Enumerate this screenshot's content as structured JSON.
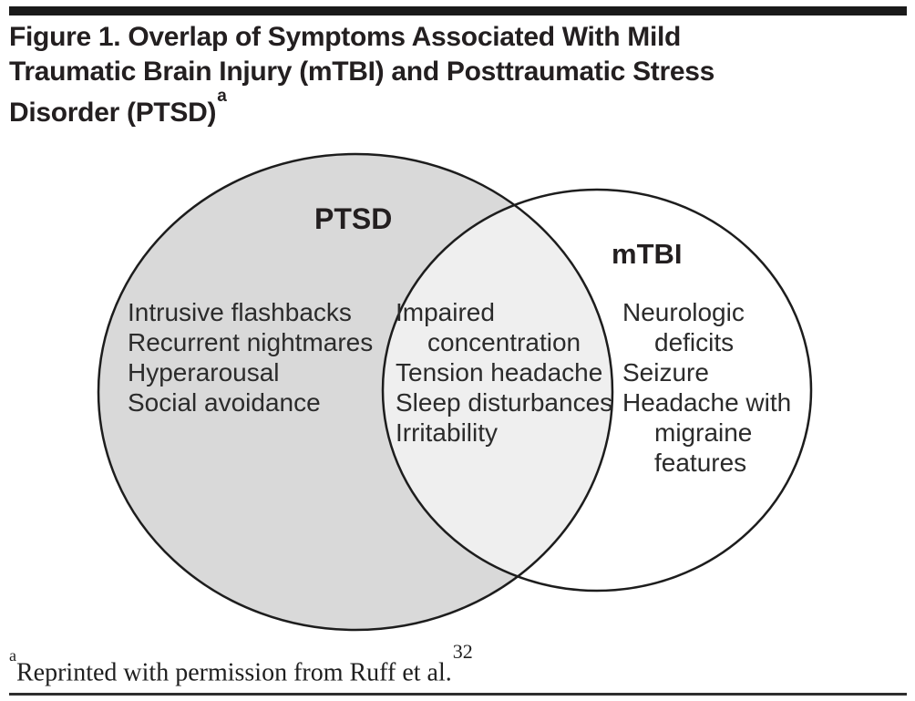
{
  "title": {
    "line1": "Figure 1. Overlap of Symptoms Associated With Mild",
    "line2": "Traumatic Brain Injury (mTBI) and Posttraumatic Stress",
    "line3": "Disorder (PTSD)",
    "superscript": "a"
  },
  "venn": {
    "stroke_color": "#1d1d1d",
    "ptsd": {
      "label": "PTSD",
      "fill": "#d9d9d9",
      "lines": [
        "Intrusive flashbacks",
        "Recurrent nightmares",
        "Hyperarousal",
        "Social avoidance"
      ]
    },
    "overlap": {
      "fill": "#efefef",
      "lines": [
        "Impaired",
        "concentration",
        "Tension headache",
        "Sleep disturbances",
        "Irritability"
      ]
    },
    "mtbi": {
      "label": "mTBI",
      "fill": "#ffffff",
      "lines": [
        "Neurologic",
        "deficits",
        "Seizure",
        "Headache with",
        "migraine",
        "features"
      ]
    }
  },
  "footnote": {
    "marker": "a",
    "text": "Reprinted with permission from Ruff et al.",
    "citation": "32"
  }
}
